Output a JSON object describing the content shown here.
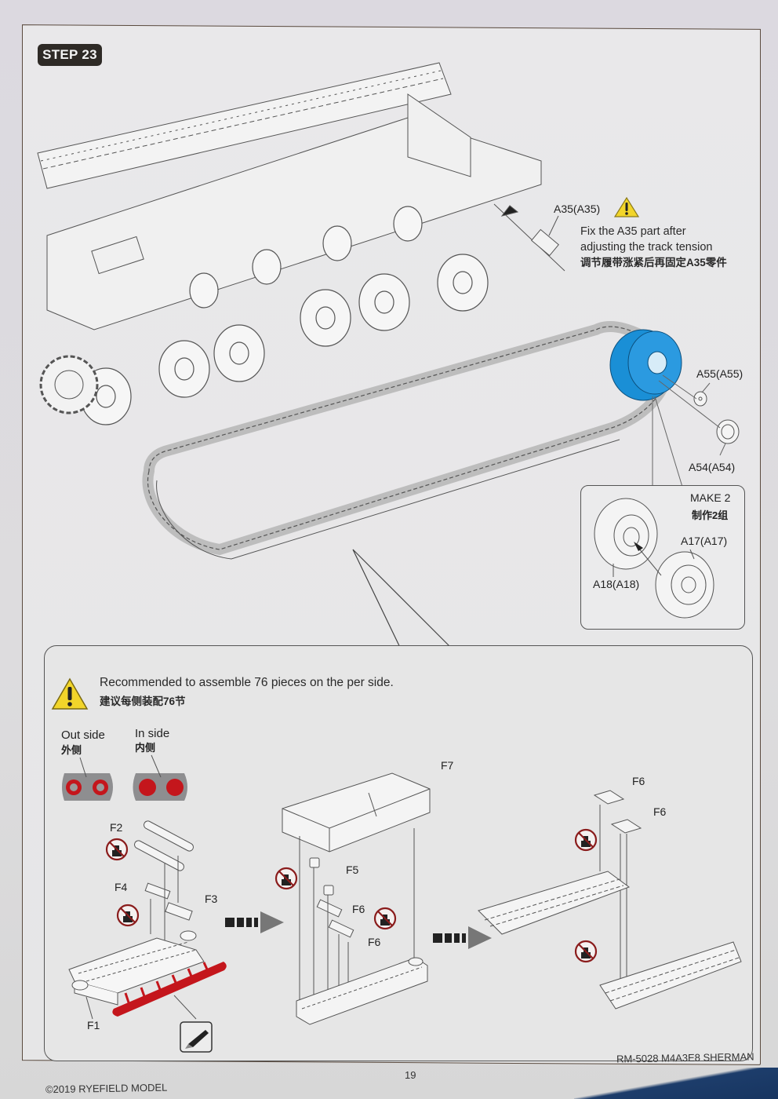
{
  "step": {
    "label": "STEP 23"
  },
  "main_diagram": {
    "part_a35": "A35(A35)",
    "a35_note_en_line1": "Fix the A35 part after",
    "a35_note_en_line2": "adjusting the track tension",
    "a35_note_cn": "调节履带涨紧后再固定A35零件",
    "part_a55": "A55(A55)",
    "part_a54": "A54(A54)",
    "highlight_color": "#1a8fd6"
  },
  "inset": {
    "make_en": "MAKE 2",
    "make_cn": "制作2组",
    "part_a17": "A17(A17)",
    "part_a18": "A18(A18)"
  },
  "detail": {
    "warning_en": "Recommended to assemble 76 pieces on the per side.",
    "warning_cn": "建议每侧装配76节",
    "out_side_en": "Out side",
    "out_side_cn": "外侧",
    "in_side_en": "In side",
    "in_side_cn": "内侧",
    "parts": {
      "f1": "F1",
      "f2": "F2",
      "f3": "F3",
      "f4": "F4",
      "f5": "F5",
      "f6a": "F6",
      "f6b": "F6",
      "f6c": "F6",
      "f6d": "F6",
      "f7": "F7"
    },
    "sprue_color": "#c4161c",
    "warning_color": "#f2d52a",
    "prohibit_icon": "no-glue-icon",
    "cutter_icon": "hobby-knife-icon"
  },
  "footer": {
    "page_number": "19",
    "product": "RM-5028 M4A3E8 SHERMAN",
    "copyright": "©2019 RYEFIELD MODEL"
  }
}
